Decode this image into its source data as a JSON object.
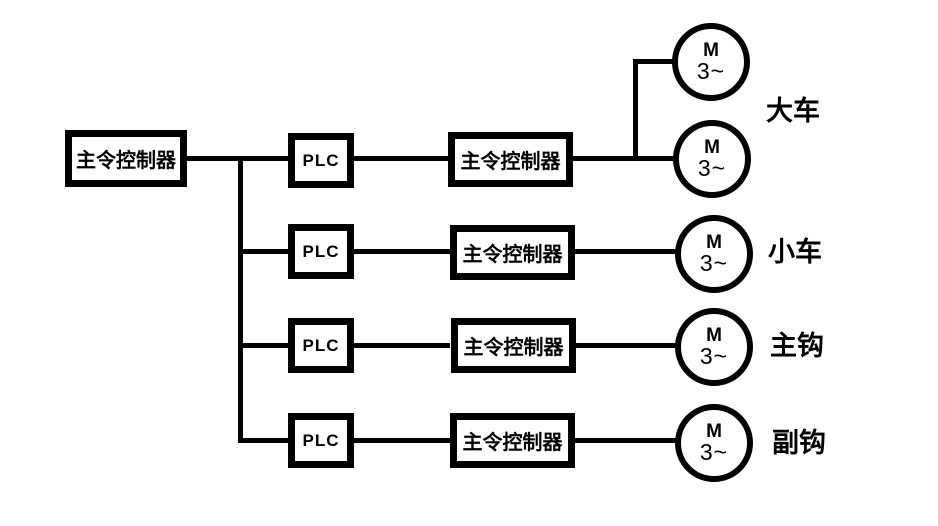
{
  "diagram": {
    "title_hint": "PLC crane control block diagram",
    "colors": {
      "background": "#ffffff",
      "line": "#000000",
      "text": "#000000"
    },
    "master": {
      "label": "主令控制器"
    },
    "rows": [
      {
        "plc": "PLC",
        "controller": "主令控制器",
        "group": "大车",
        "motors": [
          {
            "symbol": "M",
            "phase": "3~"
          },
          {
            "symbol": "M",
            "phase": "3~"
          }
        ]
      },
      {
        "plc": "PLC",
        "controller": "主令控制器",
        "group": "小车",
        "motors": [
          {
            "symbol": "M",
            "phase": "3~"
          }
        ]
      },
      {
        "plc": "PLC",
        "controller": "主令控制器",
        "group": "主钩",
        "motors": [
          {
            "symbol": "M",
            "phase": "3~"
          }
        ]
      },
      {
        "plc": "PLC",
        "controller": "主令控制器",
        "group": "副钩",
        "motors": [
          {
            "symbol": "M",
            "phase": "3~"
          }
        ]
      }
    ]
  }
}
